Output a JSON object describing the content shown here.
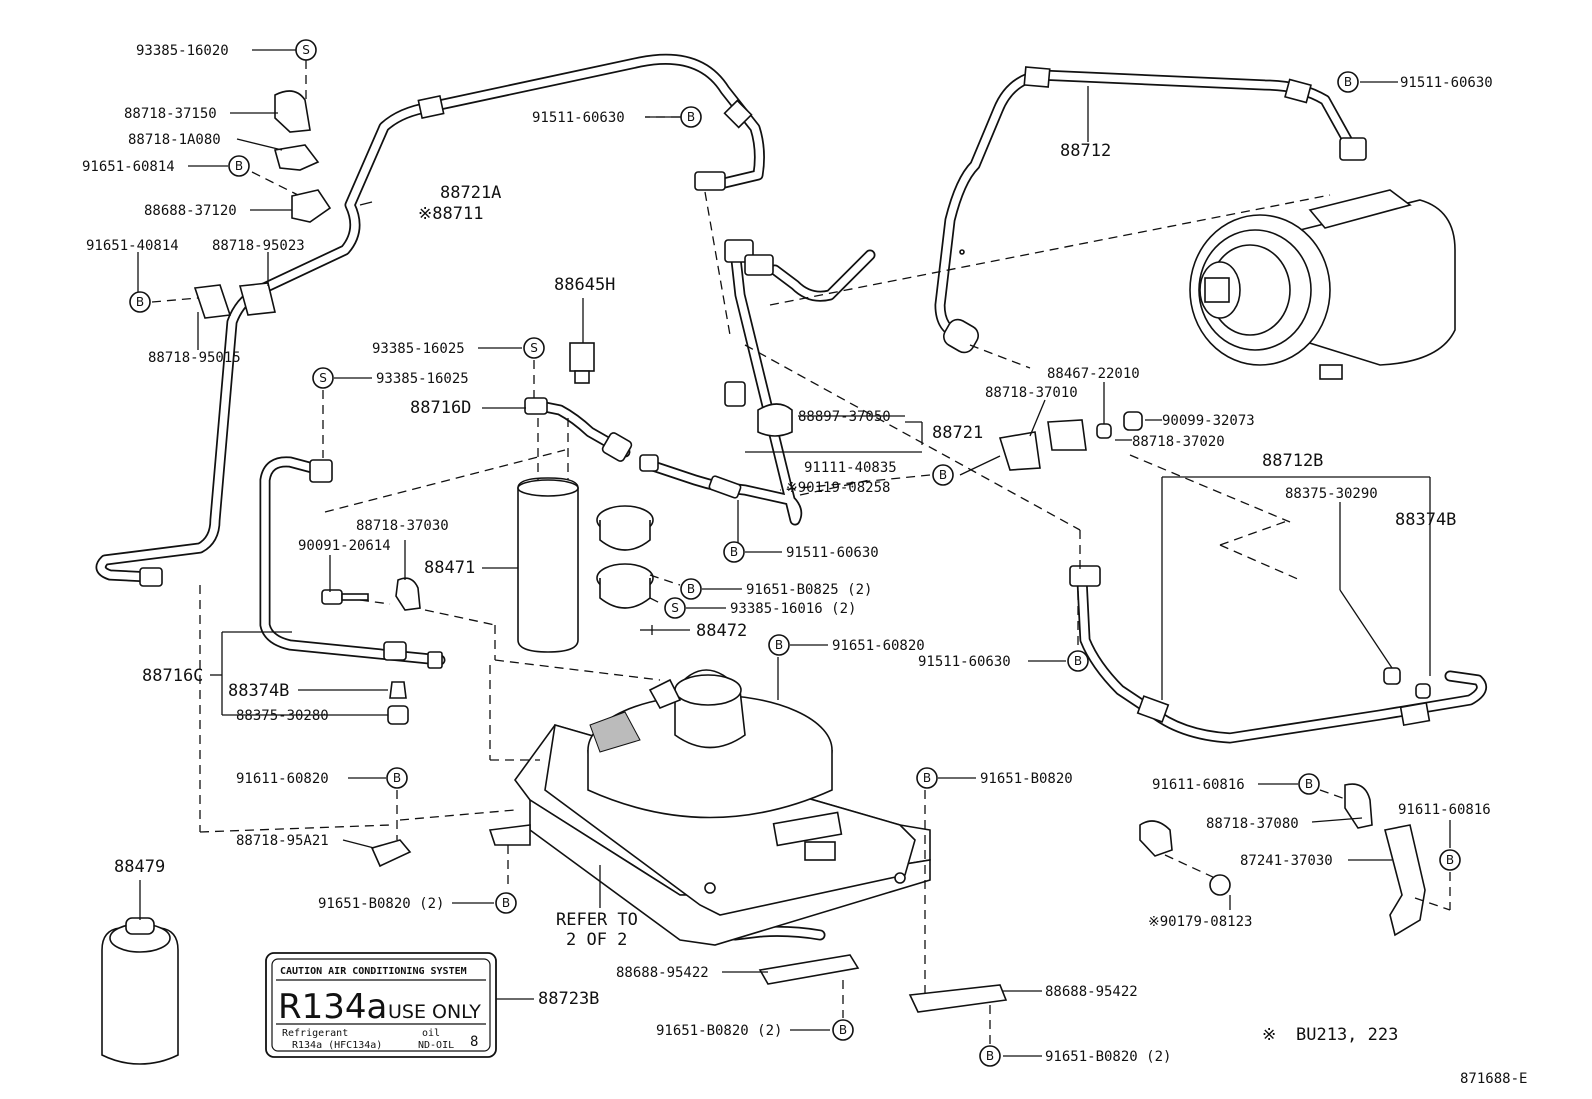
{
  "callouts": [
    {
      "text": "93385-16020",
      "marker": "S"
    },
    {
      "text": "88718-37150"
    },
    {
      "text": "88718-1A080"
    },
    {
      "text": "91651-60814",
      "marker": "B"
    },
    {
      "text": "88688-37120"
    },
    {
      "text": "88721A"
    },
    {
      "text": "88711",
      "prefix": "※"
    },
    {
      "text": "91651-40814"
    },
    {
      "text": "88718-95023"
    },
    {
      "text": "88718-95015"
    },
    {
      "text": "91511-60630",
      "marker": "B"
    },
    {
      "text": "88712"
    },
    {
      "text": "91511-60630",
      "marker": "B"
    },
    {
      "text": "88645H"
    },
    {
      "text": "93385-16025",
      "marker": "S"
    },
    {
      "text": "93385-16025",
      "marker": "S"
    },
    {
      "text": "88716D"
    },
    {
      "text": "88467-22010"
    },
    {
      "text": "88718-37010"
    },
    {
      "text": "88897-37050"
    },
    {
      "text": "88721"
    },
    {
      "text": "90099-32073"
    },
    {
      "text": "88718-37020"
    },
    {
      "text": "91111-40835",
      "marker": "B"
    },
    {
      "text": "90119-08258",
      "prefix": "※"
    },
    {
      "text": "88712B"
    },
    {
      "text": "88375-30290"
    },
    {
      "text": "88374B"
    },
    {
      "text": "88718-37030"
    },
    {
      "text": "90091-20614"
    },
    {
      "text": "88471"
    },
    {
      "text": "91511-60630",
      "marker": "B"
    },
    {
      "text": "91651-B0825 (2)",
      "marker": "B"
    },
    {
      "text": "93385-16016 (2)",
      "marker": "S"
    },
    {
      "text": "88472"
    },
    {
      "text": "91651-60820",
      "marker": "B"
    },
    {
      "text": "91511-60630",
      "marker": "B"
    },
    {
      "text": "88716C"
    },
    {
      "text": "88374B"
    },
    {
      "text": "88375-30280"
    },
    {
      "text": "91611-60820",
      "marker": "B"
    },
    {
      "text": "91651-B0820",
      "marker": "B"
    },
    {
      "text": "91611-60816",
      "marker": "B"
    },
    {
      "text": "91611-60816",
      "marker": "B"
    },
    {
      "text": "88718-37080"
    },
    {
      "text": "87241-37030"
    },
    {
      "text": "88718-95A21"
    },
    {
      "text": "88479"
    },
    {
      "text": "91651-B0820 (2)",
      "marker": "B"
    },
    {
      "text": "REFER TO"
    },
    {
      "text": "2 OF 2"
    },
    {
      "text": "90179-08123",
      "prefix": "※"
    },
    {
      "text": "88688-95422"
    },
    {
      "text": "88688-95422"
    },
    {
      "text": "88723B"
    },
    {
      "text": "91651-B0820 (2)",
      "marker": "B"
    },
    {
      "text": "91651-B0820 (2)",
      "marker": "B"
    }
  ],
  "label_plate": {
    "caution": "CAUTION AIR CONDITIONING SYSTEM",
    "refrigerant_code": "R134a",
    "use_only": "USE ONLY",
    "refrigerant_label": "Refrigerant",
    "oil_label": "oil",
    "refrigerant_value": "R134a (HFC134a)",
    "oil_value": "ND-OIL",
    "oil_grade": "8"
  },
  "footnote": {
    "symbol": "※",
    "text": "BU213, 223"
  },
  "drawing_number": "871688-E"
}
